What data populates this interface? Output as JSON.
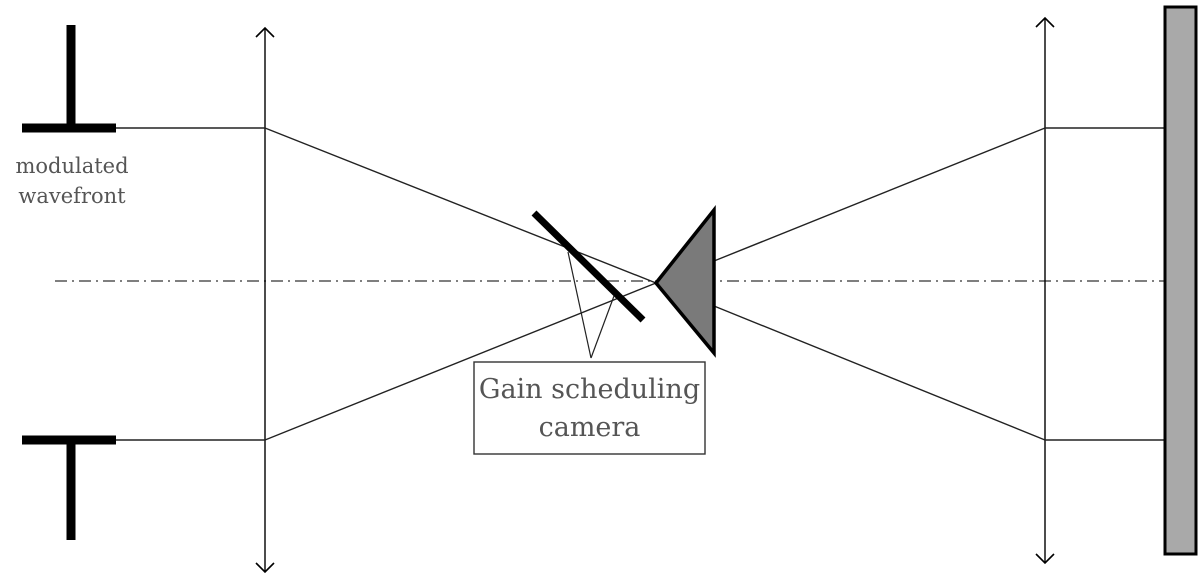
{
  "labels": {
    "source_line1": "modulated",
    "source_line2": "wavefront",
    "camera_line1": "Gain scheduling",
    "camera_line2": "camera"
  },
  "colors": {
    "line": "#000000",
    "ray": "#222222",
    "axis": "#555555",
    "prism_fill": "#7a7a7a",
    "screen_fill": "#a9a9a9",
    "text": "#555555"
  }
}
